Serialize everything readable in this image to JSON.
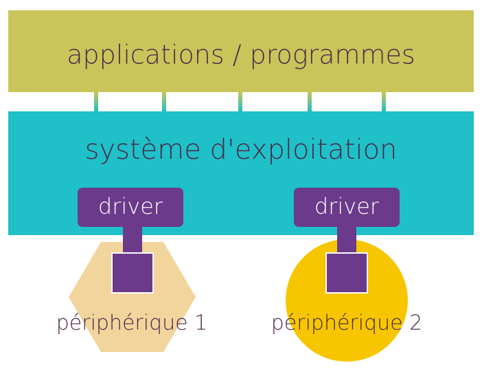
{
  "top_layer": {
    "label": "applications / programmes"
  },
  "middle_layer": {
    "label": "système d'exploitation"
  },
  "drivers": [
    {
      "label": "driver"
    },
    {
      "label": "driver"
    }
  ],
  "devices": [
    {
      "label": "périphérique 1",
      "shape": "hexagon"
    },
    {
      "label": "périphérique 2",
      "shape": "circle"
    }
  ],
  "colors": {
    "applications": "#c9c55a",
    "system": "#1fc0c8",
    "driver": "#6b3a8a",
    "device1": "#f2d59c",
    "device2": "#f7c600",
    "text_dark": "#4b2a4a",
    "text_light": "#ffffff"
  }
}
